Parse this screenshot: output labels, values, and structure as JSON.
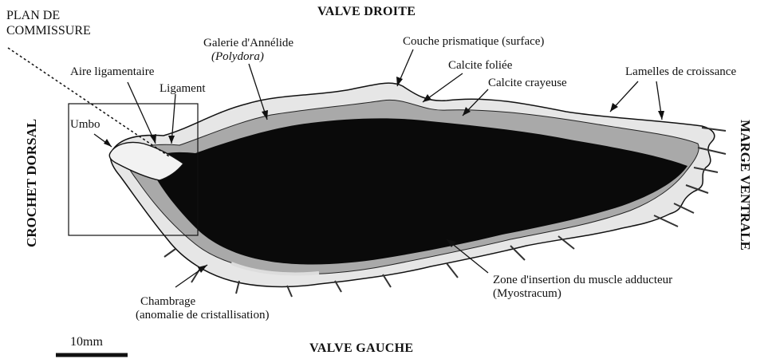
{
  "title_top": "VALVE DROITE",
  "title_bottom": "VALVE GAUCHE",
  "side_left": [
    "CROCHET",
    "DORSAL"
  ],
  "side_right": [
    "MARGE",
    "VENTRALE"
  ],
  "labels": {
    "plan_commissure": [
      "PLAN DE",
      "COMMISSURE"
    ],
    "aire_ligamentaire": "Aire ligamentaire",
    "ligament": "Ligament",
    "umbo": "Umbo",
    "galerie": "Galerie d'Annélide",
    "polydora": "(Polydora)",
    "couche_prismatique": "Couche prismatique (surface)",
    "calcite_foliee": "Calcite foliée",
    "calcite_crayeuse": "Calcite crayeuse",
    "lamelles": "Lamelles de croissance",
    "zone_insertion": [
      "Zone d'insertion du muscle adducteur",
      "(Myostracum)"
    ],
    "chambrage": [
      "Chambrage",
      "(anomalie de cristallisation)"
    ]
  },
  "scale_label": "10mm",
  "colors": {
    "ink": "#111111",
    "shell_dark": "#0a0a0a",
    "shell_light": "#e8e8e8",
    "shell_mid": "#9a9a9a"
  }
}
